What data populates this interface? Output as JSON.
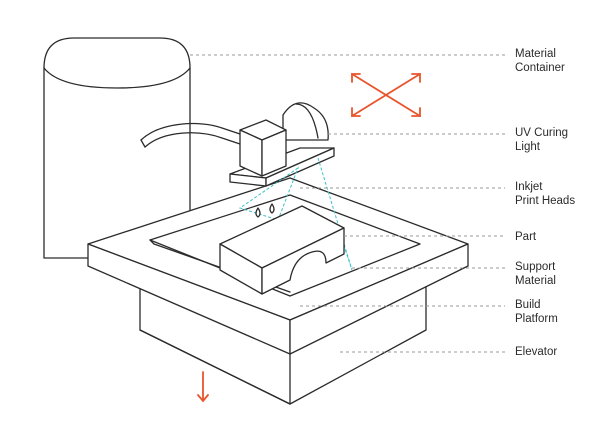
{
  "labels": {
    "material_container": [
      "Material",
      "Container"
    ],
    "uv_curing_light": [
      "UV Curing",
      "Light"
    ],
    "inkjet_print_heads": [
      "Inkjet",
      "Print Heads"
    ],
    "part": [
      "Part"
    ],
    "support_material": [
      "Support",
      "Material"
    ],
    "build_platform": [
      "Build",
      "Platform"
    ],
    "elevator": [
      "Elevator"
    ]
  },
  "colors": {
    "outline": "#2b2b2b",
    "leader": "#9a9a9a",
    "accent_arrow": "#e8552d",
    "uv_beam": "#3cc0c9",
    "label_text": "#2b2b2b"
  }
}
